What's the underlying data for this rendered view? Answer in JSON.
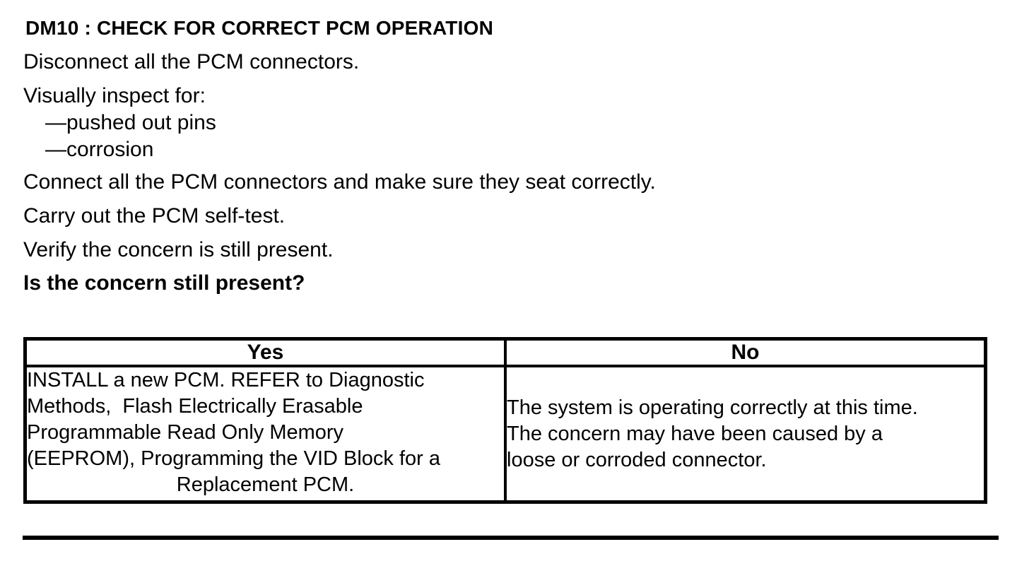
{
  "document": {
    "heading": "DM10 : CHECK FOR CORRECT PCM OPERATION",
    "steps": [
      {
        "text": "Disconnect all the PCM connectors."
      },
      {
        "text": "Visually inspect for:"
      },
      {
        "text": "—pushed out pins"
      },
      {
        "text": "—corrosion"
      },
      {
        "text": "Connect all the PCM connectors and make sure they seat correctly."
      },
      {
        "text": "Carry out the PCM self-test."
      },
      {
        "text": "Verify the concern is still present."
      },
      {
        "text": "Is the concern still present?"
      }
    ],
    "table": {
      "headers": [
        "Yes",
        "No"
      ],
      "yes_cell_lines": [
        "INSTALL a new PCM. REFER to Diagnostic",
        "Methods,  Flash Electrically Erasable",
        "Programmable Read Only Memory",
        "(EEPROM), Programming the VID Block for a",
        "Replacement PCM."
      ],
      "no_cell_lines": [
        "The system is operating correctly at this time.",
        "The concern may have been caused by a",
        "loose or corroded connector."
      ]
    },
    "colors": {
      "text": "#000000",
      "background": "#ffffff",
      "border": "#000000"
    }
  }
}
